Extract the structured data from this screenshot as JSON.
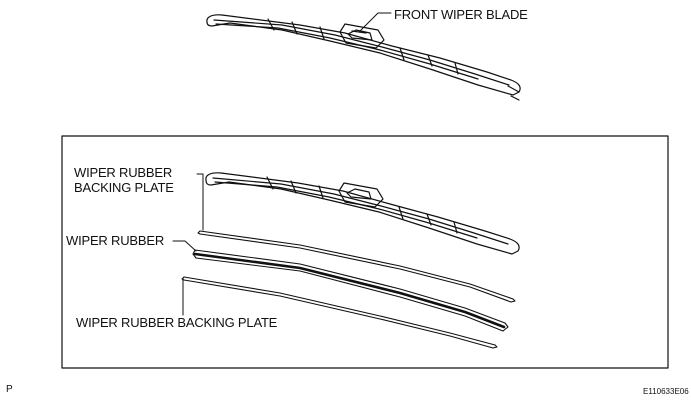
{
  "labels": {
    "front_wiper_blade": "FRONT WIPER BLADE",
    "backing_plate_top_line1": "WIPER RUBBER",
    "backing_plate_top_line2": "BACKING PLATE",
    "wiper_rubber": "WIPER RUBBER",
    "backing_plate_bottom": "WIPER RUBBER BACKING PLATE"
  },
  "corner_left": "P",
  "figure_code": "E110633E06"
}
